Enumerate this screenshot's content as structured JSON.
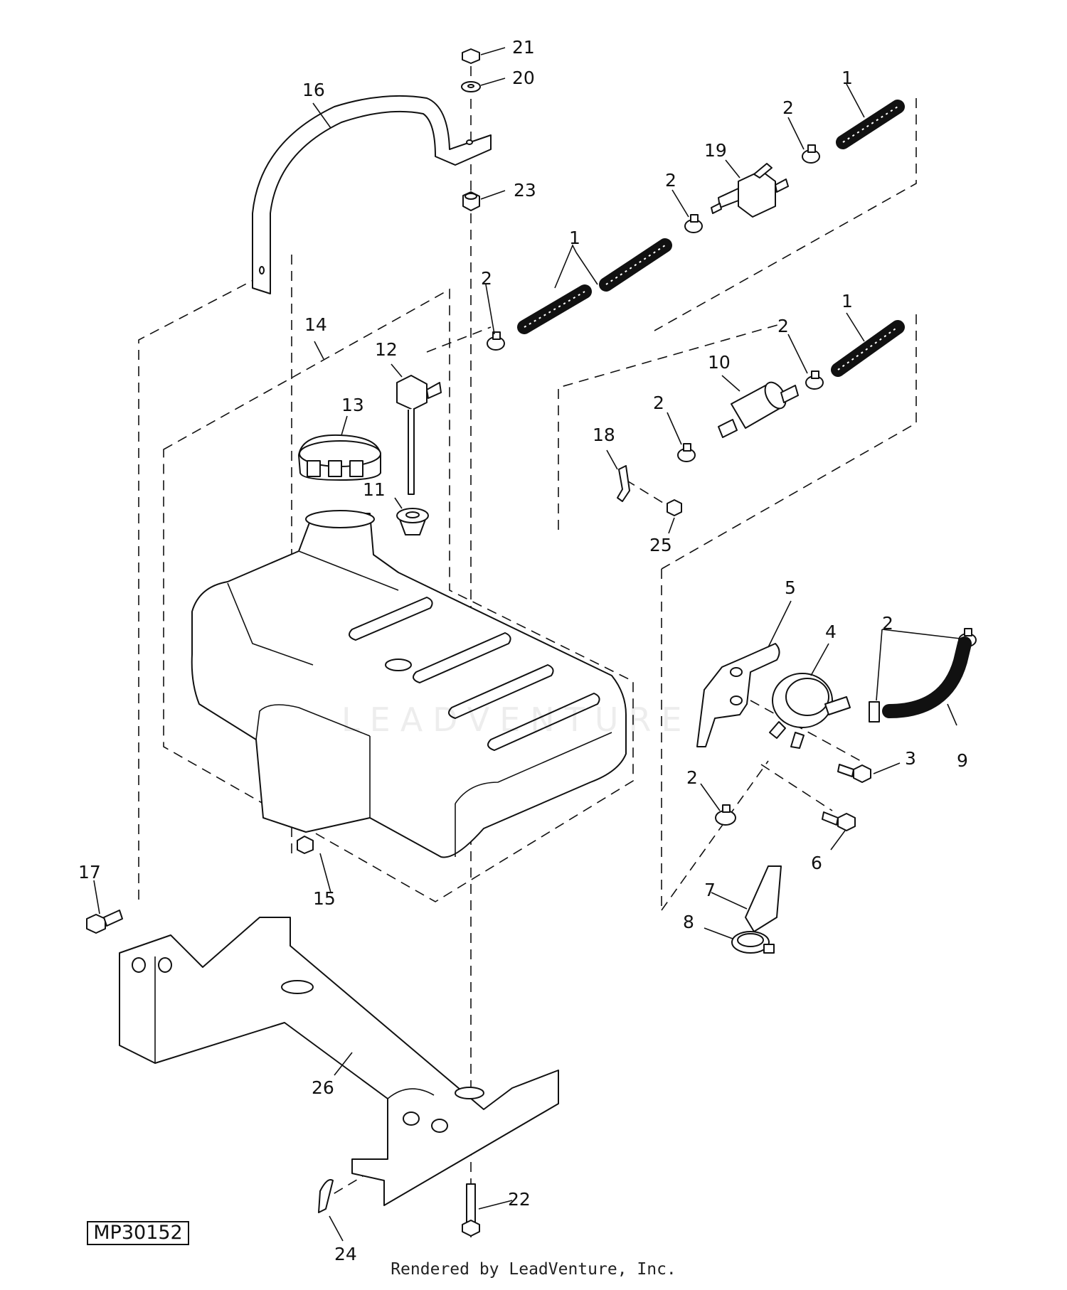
{
  "diagram": {
    "figure_code": "MP30152",
    "render_credit": "Rendered by LeadVenture, Inc.",
    "watermark": "LEADVENTURE",
    "callouts": [
      {
        "id": "c1a",
        "label": "1"
      },
      {
        "id": "c1b",
        "label": "1"
      },
      {
        "id": "c1c",
        "label": "1"
      },
      {
        "id": "c2a",
        "label": "2"
      },
      {
        "id": "c2b",
        "label": "2"
      },
      {
        "id": "c2c",
        "label": "2"
      },
      {
        "id": "c2d",
        "label": "2"
      },
      {
        "id": "c2e",
        "label": "2"
      },
      {
        "id": "c2f",
        "label": "2"
      },
      {
        "id": "c2g",
        "label": "2"
      },
      {
        "id": "c3",
        "label": "3"
      },
      {
        "id": "c4",
        "label": "4"
      },
      {
        "id": "c5",
        "label": "5"
      },
      {
        "id": "c6",
        "label": "6"
      },
      {
        "id": "c7",
        "label": "7"
      },
      {
        "id": "c8",
        "label": "8"
      },
      {
        "id": "c9",
        "label": "9"
      },
      {
        "id": "c10",
        "label": "10"
      },
      {
        "id": "c11",
        "label": "11"
      },
      {
        "id": "c12",
        "label": "12"
      },
      {
        "id": "c13",
        "label": "13"
      },
      {
        "id": "c14",
        "label": "14"
      },
      {
        "id": "c15",
        "label": "15"
      },
      {
        "id": "c16",
        "label": "16"
      },
      {
        "id": "c17",
        "label": "17"
      },
      {
        "id": "c18",
        "label": "18"
      },
      {
        "id": "c19",
        "label": "19"
      },
      {
        "id": "c20",
        "label": "20"
      },
      {
        "id": "c21",
        "label": "21"
      },
      {
        "id": "c22",
        "label": "22"
      },
      {
        "id": "c23",
        "label": "23"
      },
      {
        "id": "c24",
        "label": "24"
      },
      {
        "id": "c25",
        "label": "25"
      },
      {
        "id": "c26",
        "label": "26"
      }
    ]
  }
}
